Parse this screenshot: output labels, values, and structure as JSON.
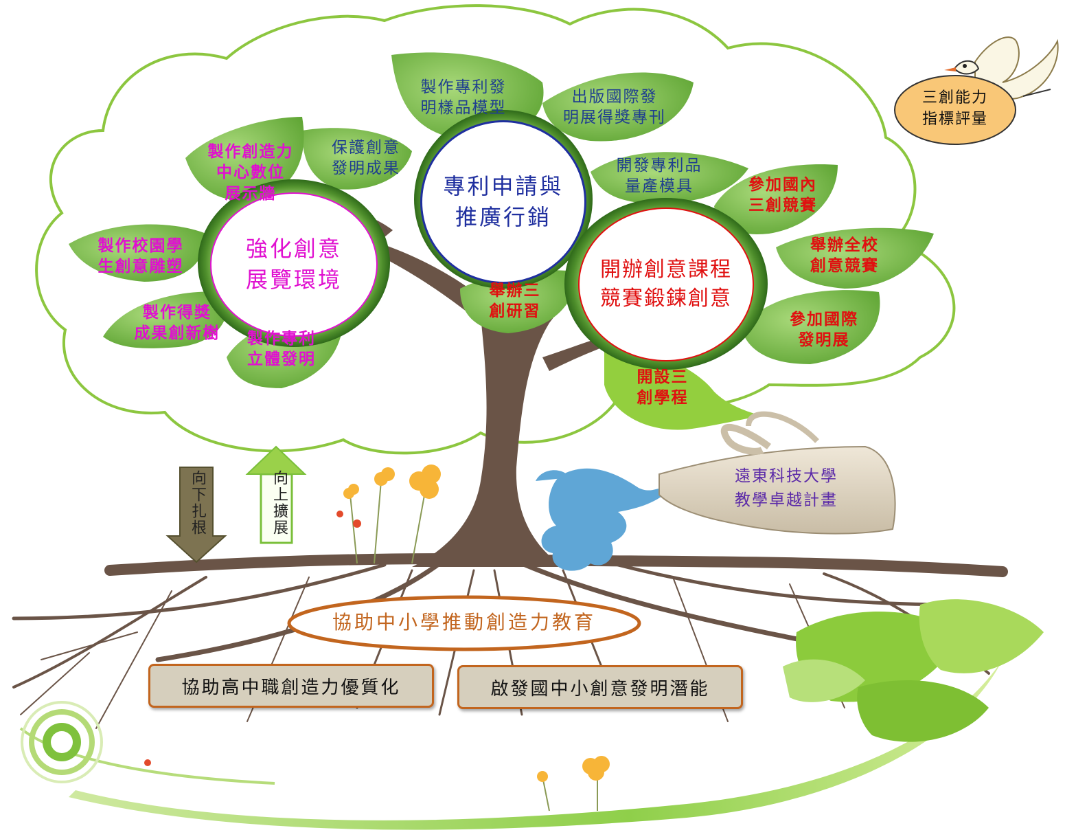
{
  "hubs": {
    "patent": "專利申請與\n推廣行銷",
    "exhibit": "強化創意\n展覽環境",
    "course": "開辦創意課程\n競賽鍛鍊創意"
  },
  "leaves": {
    "patent_model": "製作專利發\n明樣品模型",
    "publish": "出版國際發\n明展得獎專刊",
    "protect": "保護創意\n發明成果",
    "mold": "開發專利品\n量產模具",
    "wall": "製作創造力\n中心數位\n展示牆",
    "sculpture": "製作校園學\n生創意雕塑",
    "award_tree": "製作得獎\n成果創新樹",
    "patent_3d": "製作專利\n立體發明",
    "workshop": "舉辦三\n創研習",
    "domestic": "參加國內\n三創競賽",
    "campus_contest": "舉辦全校\n創意競賽",
    "intl_expo": "參加國際\n發明展",
    "program": "開設三\n創學程"
  },
  "assessment": "三創能力\n指標評量",
  "arrows": {
    "down": "向下扎根",
    "up": "向上擴展"
  },
  "pitcher_label": "遠東科技大學\n  教學卓越計畫",
  "roots": {
    "main": "協助中小學推動創造力教育",
    "high_school": "協助高中職創造力優質化",
    "junior": "啟發國中小創意發明潛能"
  },
  "colors": {
    "leaf": "#7cc04a",
    "trunk": "#6a5447",
    "cloud_outline": "#8cc63f",
    "blue_text": "#1f3f8f",
    "magenta_text": "#e010d0",
    "red_text": "#e01010",
    "main_oval": "#c2651e"
  }
}
